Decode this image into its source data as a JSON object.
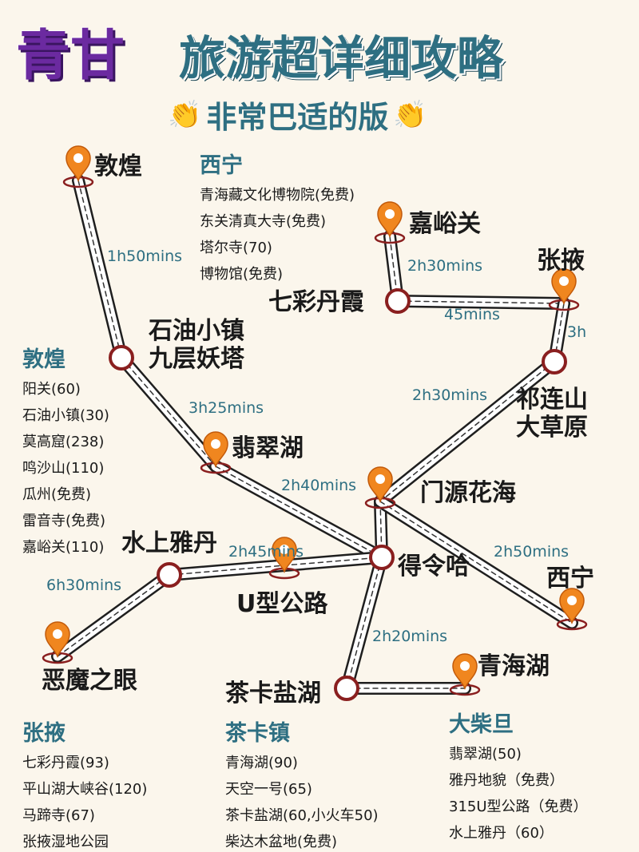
{
  "title": {
    "part1": "青甘",
    "part2": "旅游超详细攻略",
    "subtitle": "非常巴适的版",
    "clap_icon": "clapping-hands-icon"
  },
  "colors": {
    "title_purple": "#6b2aa0",
    "accent_teal": "#2e6f82",
    "pin_orange": "#f0861f",
    "node_red": "#8a1f1f"
  },
  "places": {
    "dunhuang": "敦煌",
    "jiayuguan": "嘉峪关",
    "zhangye": "张掖",
    "danxia": "七彩丹霞",
    "shiyou": "石油小镇\n九层妖塔",
    "qilian": "祁连山\n大草原",
    "feicui": "翡翠湖",
    "menyuan": "门源花海",
    "shuishang": "水上雅丹",
    "delingha": "得令哈",
    "ugonglu": "U型公路",
    "xining": "西宁",
    "emo": "恶魔之眼",
    "qinghaihu": "青海湖",
    "chaka": "茶卡盐湖"
  },
  "durations": {
    "d1": "1h50mins",
    "d2": "2h30mins",
    "d3": "45mins",
    "d4": "3h",
    "d5": "2h30mins",
    "d6": "3h25mins",
    "d7": "2h40mins",
    "d8": "2h45mins",
    "d9": "2h50mins",
    "d10": "6h30mins",
    "d11": "2h20mins"
  },
  "panels": {
    "xining": {
      "title": "西宁",
      "items": [
        "青海藏文化博物院(免费)",
        "东关清真大寺(免费)",
        "塔尔寺(70)",
        "博物馆(免费)"
      ]
    },
    "dunhuang": {
      "title": "敦煌",
      "items": [
        "阳关(60)",
        "石油小镇(30)",
        "莫高窟(238)",
        "鸣沙山(110)",
        "瓜州(免费)",
        "雷音寺(免费)",
        "嘉峪关(110)"
      ]
    },
    "zhangye": {
      "title": "张掖",
      "items": [
        "七彩丹霞(93)",
        "平山湖大峡谷(120)",
        "马蹄寺(67)",
        "张掖湿地公园"
      ]
    },
    "chaka": {
      "title": "茶卡镇",
      "items": [
        "青海湖(90)",
        "天空一号(65)",
        "茶卡盐湖(60,小火车50)",
        "柴达木盆地(免费)"
      ]
    },
    "dachaidan": {
      "title": "大柴旦",
      "items": [
        "翡翠湖(50)",
        "雅丹地貌（免费）",
        "315U型公路（免费）",
        "水上雅丹（60）"
      ]
    }
  }
}
